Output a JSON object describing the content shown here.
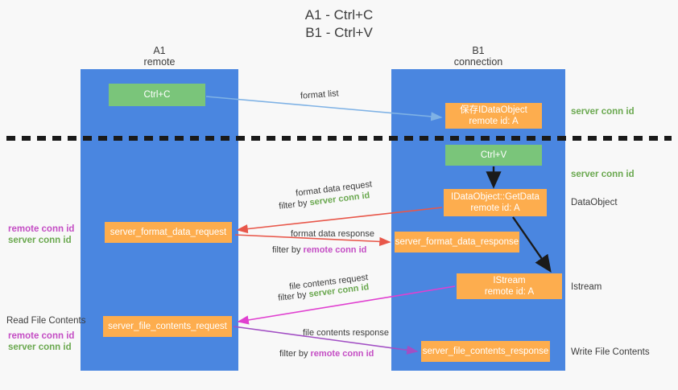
{
  "title": {
    "line1": "A1 - Ctrl+C",
    "line2": "B1 - Ctrl+V"
  },
  "lanes": [
    {
      "id": "a1",
      "name": "A1",
      "subtitle": "remote",
      "color": "#4a86e0"
    },
    {
      "id": "b1",
      "name": "B1",
      "subtitle": "connection",
      "color": "#4a86e0"
    }
  ],
  "nodes": {
    "ctrl_c": {
      "label": "Ctrl+C",
      "color": "#7ac57a"
    },
    "save_idataobject": {
      "label": "保存IDataObject",
      "sublabel": "remote id: A",
      "color": "#fdad4e"
    },
    "ctrl_v": {
      "label": "Ctrl+V",
      "color": "#7ac57a"
    },
    "getdata": {
      "label": "IDataObject::GetData",
      "sublabel": "remote id: A",
      "color": "#fdad4e"
    },
    "istream": {
      "label": "IStream",
      "sublabel": "remote id: A",
      "color": "#fdad4e"
    },
    "format_data_request": {
      "label": "server_format_data_request",
      "color": "#fdad4e"
    },
    "format_data_response": {
      "label": "server_format_data_response",
      "color": "#fdad4e"
    },
    "file_contents_request": {
      "label": "server_file_contents_request",
      "color": "#fdad4e"
    },
    "file_contents_response": {
      "label": "server_file_contents_response",
      "color": "#fdad4e"
    }
  },
  "arrow_labels": {
    "format_list": "format list",
    "format_data_request": "format data request",
    "format_data_request_filter_prefix": "filter by ",
    "format_data_request_filter_value": "server conn id",
    "format_data_response": "format data response",
    "format_data_response_filter_prefix": "filter by ",
    "format_data_response_filter_value": "remote conn id",
    "file_contents_request": "file contents request",
    "file_contents_request_filter_prefix": "filter by ",
    "file_contents_request_filter_value": "server conn id",
    "file_contents_response": "file contents response",
    "file_contents_response_filter_prefix": "filter by ",
    "file_contents_response_filter_value": "remote conn id"
  },
  "side_labels": {
    "right": {
      "server_conn_id_top": "server conn id",
      "server_conn_id_second": "server conn id",
      "dataobject": "DataObject",
      "istream": "Istream",
      "write_file_contents": "Write File Contents"
    },
    "left": {
      "remote_conn_id_1": "remote conn id",
      "server_conn_id_1": "server conn id",
      "read_file_contents": "Read File Contents",
      "remote_conn_id_2": "remote conn id",
      "server_conn_id_2": "server conn id"
    }
  },
  "colors": {
    "lane": "#4a86e0",
    "green_node": "#7ac57a",
    "orange_node": "#fdad4e",
    "server_conn_id": "#6aa84f",
    "remote_conn_id": "#c44dc4",
    "arrow_blue": "#7fb2e5",
    "arrow_red": "#e8574a",
    "arrow_magenta": "#e040d0",
    "arrow_purple": "#a24fc4",
    "arrow_black": "#1a1a1a",
    "divider": "#1a1a1a",
    "background": "#f8f8f8"
  }
}
